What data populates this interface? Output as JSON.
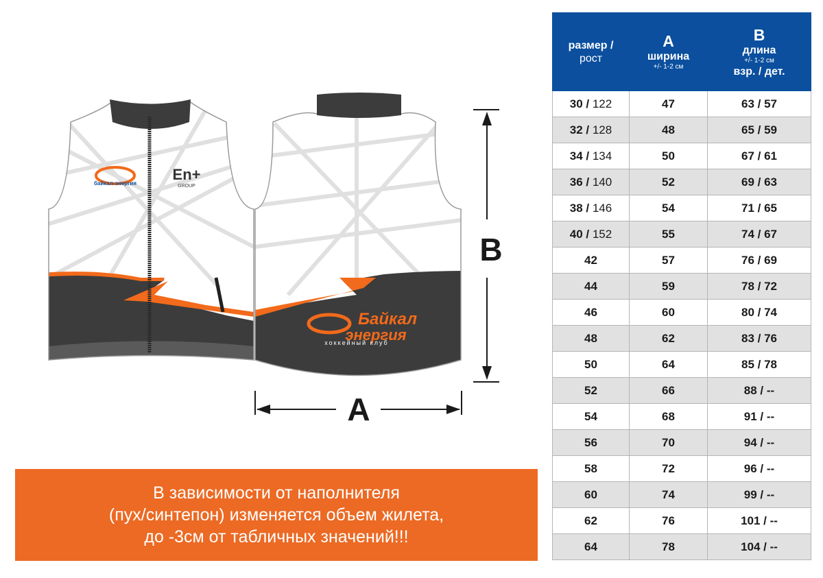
{
  "illustration": {
    "dimension_a_label": "A",
    "dimension_b_label": "B",
    "brand_logo_line1": "Байкал",
    "brand_logo_line2": "энергия",
    "brand_logo_tagline": "хоккейный клуб",
    "chest_logo_text": "байкал-энергия",
    "sponsor_logo_text": "En+",
    "sponsor_logo_subtext": "GROUP"
  },
  "notice": {
    "lines": [
      "В зависимости от наполнителя",
      "(пух/синтепон) изменяется объем жилета,",
      "до -3см от табличных значений!!!"
    ]
  },
  "table": {
    "header": {
      "size_label_top": "размер /",
      "size_label_bottom": "рост",
      "a_letter": "A",
      "a_label": "ширина",
      "a_tolerance": "+/- 1-2 см",
      "b_letter": "B",
      "b_label": "длина",
      "b_tolerance": "+/- 1-2 см",
      "b_sub": "взр. / дет."
    },
    "rows": [
      {
        "size": "30 /",
        "height": " 122",
        "a": "47",
        "b": "63 / 57"
      },
      {
        "size": "32 /",
        "height": " 128",
        "a": "48",
        "b": "65 / 59"
      },
      {
        "size": "34 /",
        "height": " 134",
        "a": "50",
        "b": "67 / 61"
      },
      {
        "size": "36 /",
        "height": " 140",
        "a": "52",
        "b": "69 / 63"
      },
      {
        "size": "38 /",
        "height": " 146",
        "a": "54",
        "b": "71 / 65"
      },
      {
        "size": "40 /",
        "height": " 152",
        "a": "55",
        "b": "74 / 67"
      },
      {
        "size": "42",
        "height": "",
        "a": "57",
        "b": "76 / 69"
      },
      {
        "size": "44",
        "height": "",
        "a": "59",
        "b": "78 / 72"
      },
      {
        "size": "46",
        "height": "",
        "a": "60",
        "b": "80 / 74"
      },
      {
        "size": "48",
        "height": "",
        "a": "62",
        "b": "83 / 76"
      },
      {
        "size": "50",
        "height": "",
        "a": "64",
        "b": "85 / 78"
      },
      {
        "size": "52",
        "height": "",
        "a": "66",
        "b": "88 / --"
      },
      {
        "size": "54",
        "height": "",
        "a": "68",
        "b": "91 / --"
      },
      {
        "size": "56",
        "height": "",
        "a": "70",
        "b": "94 / --"
      },
      {
        "size": "58",
        "height": "",
        "a": "72",
        "b": "96 / --"
      },
      {
        "size": "60",
        "height": "",
        "a": "74",
        "b": "99 / --"
      },
      {
        "size": "62",
        "height": "",
        "a": "76",
        "b": "101 / --"
      },
      {
        "size": "64",
        "height": "",
        "a": "78",
        "b": "104 / --"
      }
    ]
  },
  "colors": {
    "header_blue": "#0b4f9e",
    "notice_orange": "#ec6a24",
    "vest_dark": "#3c3c3c",
    "accent_orange": "#f26a1b"
  }
}
